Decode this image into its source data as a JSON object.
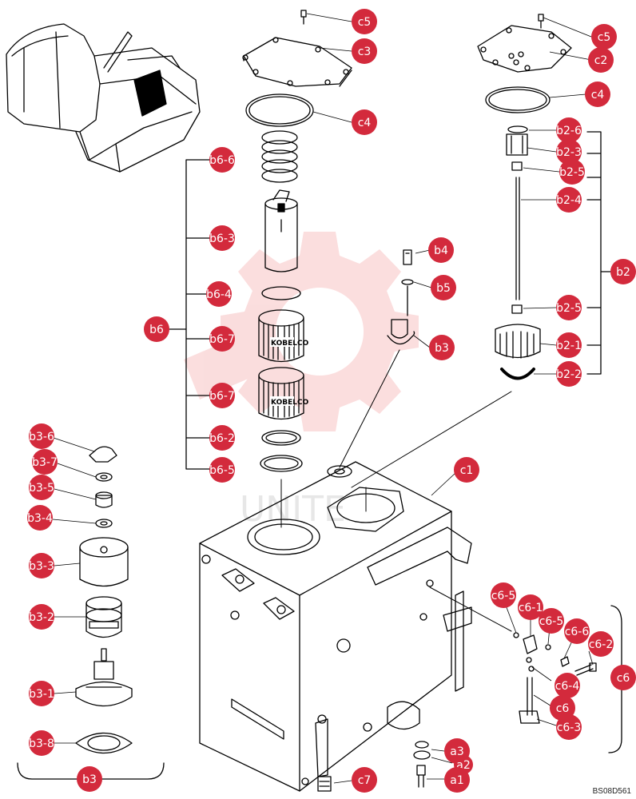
{
  "watermark": {
    "text": "UNITE"
  },
  "drawing_code": "BS08D561",
  "brand_mark": "KOBELCO",
  "label_color": "#d32a3c",
  "labels": {
    "c5a": "c5",
    "c3": "c3",
    "c4a": "c4",
    "c5b": "c5",
    "c2": "c2",
    "c4b": "c4",
    "b6_6": "b6-6",
    "b6_3": "b6-3",
    "b6_4": "b6-4",
    "b6": "b6",
    "b6_7a": "b6-7",
    "b6_7b": "b6-7",
    "b6_2": "b6-2",
    "b6_5": "b6-5",
    "b4": "b4",
    "b5": "b5",
    "b3": "b3",
    "b2_6": "b2-6",
    "b2_3": "b2-3",
    "b2_5a": "b2-5",
    "b2_4": "b2-4",
    "b2": "b2",
    "b2_5b": "b2-5",
    "b2_1": "b2-1",
    "b2_2": "b2-2",
    "c1": "c1",
    "b3_6": "b3-6",
    "b3_7": "b3-7",
    "b3_5": "b3-5",
    "b3_4": "b3-4",
    "b3_3": "b3-3",
    "b3_2": "b3-2",
    "b3_1": "b3-1",
    "b3_8": "b3-8",
    "b3g": "b3",
    "c6_5a": "c6-5",
    "c6_1": "c6-1",
    "c6_5b": "c6-5",
    "c6_6": "c6-6",
    "c6_2": "c6-2",
    "c6": "c6",
    "c6_4": "c6-4",
    "c6g": "c6",
    "c6_3": "c6-3",
    "a3": "a3",
    "a2": "a2",
    "a1": "a1",
    "c7": "c7"
  }
}
